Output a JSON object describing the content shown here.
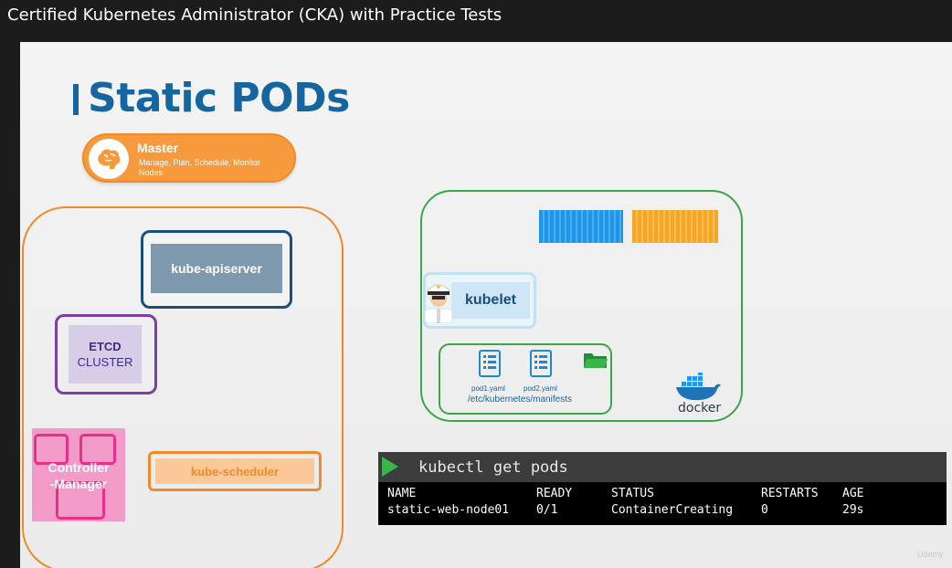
{
  "window": {
    "title": "Certified Kubernetes Administrator (CKA) with Practice Tests"
  },
  "slide": {
    "heading": "Static PODs",
    "master": {
      "title": "Master",
      "subtitle": "Manage, Plan, Schedule, Monitor Nodes",
      "icon": "brain-icon"
    },
    "components": {
      "apiserver": "kube-apiserver",
      "etcd_line1": "ETCD",
      "etcd_line2": "CLUSTER",
      "controller_manager_line1": "Controller",
      "controller_manager_line2": "-Manager",
      "scheduler": "kube-scheduler"
    },
    "worker": {
      "kubelet": "kubelet",
      "files": [
        "pod1.yaml",
        "pod2.yaml"
      ],
      "manifest_path": "/etc/kubernetes/manifests",
      "runtime": "docker",
      "container_colors": [
        "#2196e6",
        "#f5a623"
      ]
    },
    "terminal": {
      "command": "kubectl get pods",
      "headers": [
        "NAME",
        "READY",
        "STATUS",
        "RESTARTS",
        "AGE"
      ],
      "rows": [
        [
          "static-web-node01",
          "0/1",
          "ContainerCreating",
          "0",
          "29s"
        ]
      ]
    },
    "watermark": "Udemy"
  },
  "colors": {
    "heading": "#1565a0",
    "master_orange": "#f79a3e",
    "worker_green": "#3aa64a",
    "etcd_purple": "#7b3fa6",
    "controller_pink": "#f39bc8"
  }
}
